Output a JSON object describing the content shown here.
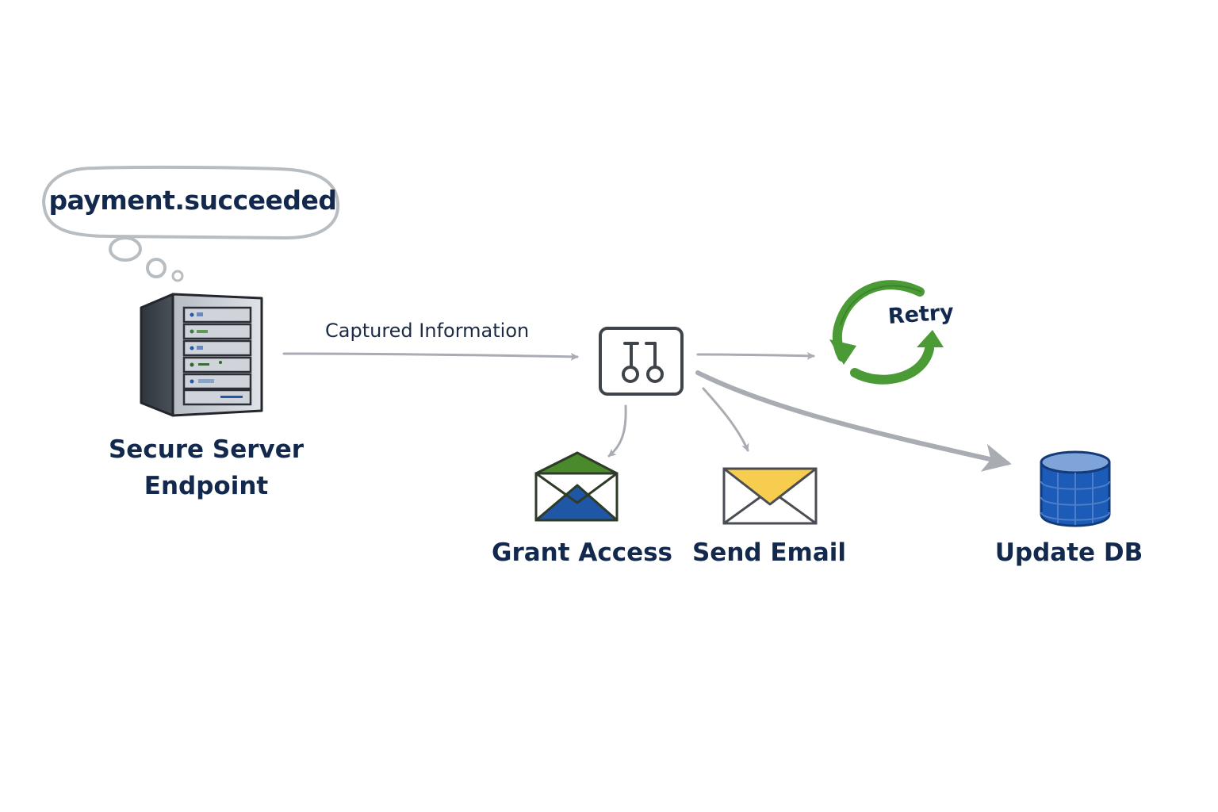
{
  "event": {
    "text": "payment.succeeded"
  },
  "server": {
    "label": "Secure Server Endpoint"
  },
  "flow": {
    "captured_label": "Captured Information"
  },
  "router": {
    "icon": "webhook-router-icon"
  },
  "retry": {
    "label": "Retry",
    "icon": "retry-cycle-icon",
    "color": "#4a9a36"
  },
  "actions": {
    "grant": {
      "label": "Grant Access",
      "icon": "envelope-icon",
      "flap_color": "#4a8a2c",
      "body_color": "#1f56a6"
    },
    "email": {
      "label": "Send Email",
      "icon": "envelope-icon",
      "flap_color": "#f6cd4e"
    },
    "db": {
      "label": "Update DB",
      "icon": "database-icon",
      "color": "#1c5bb8"
    }
  },
  "colors": {
    "text": "#12284d",
    "arrow": "#a9adb3",
    "outline": "#3f444b"
  }
}
